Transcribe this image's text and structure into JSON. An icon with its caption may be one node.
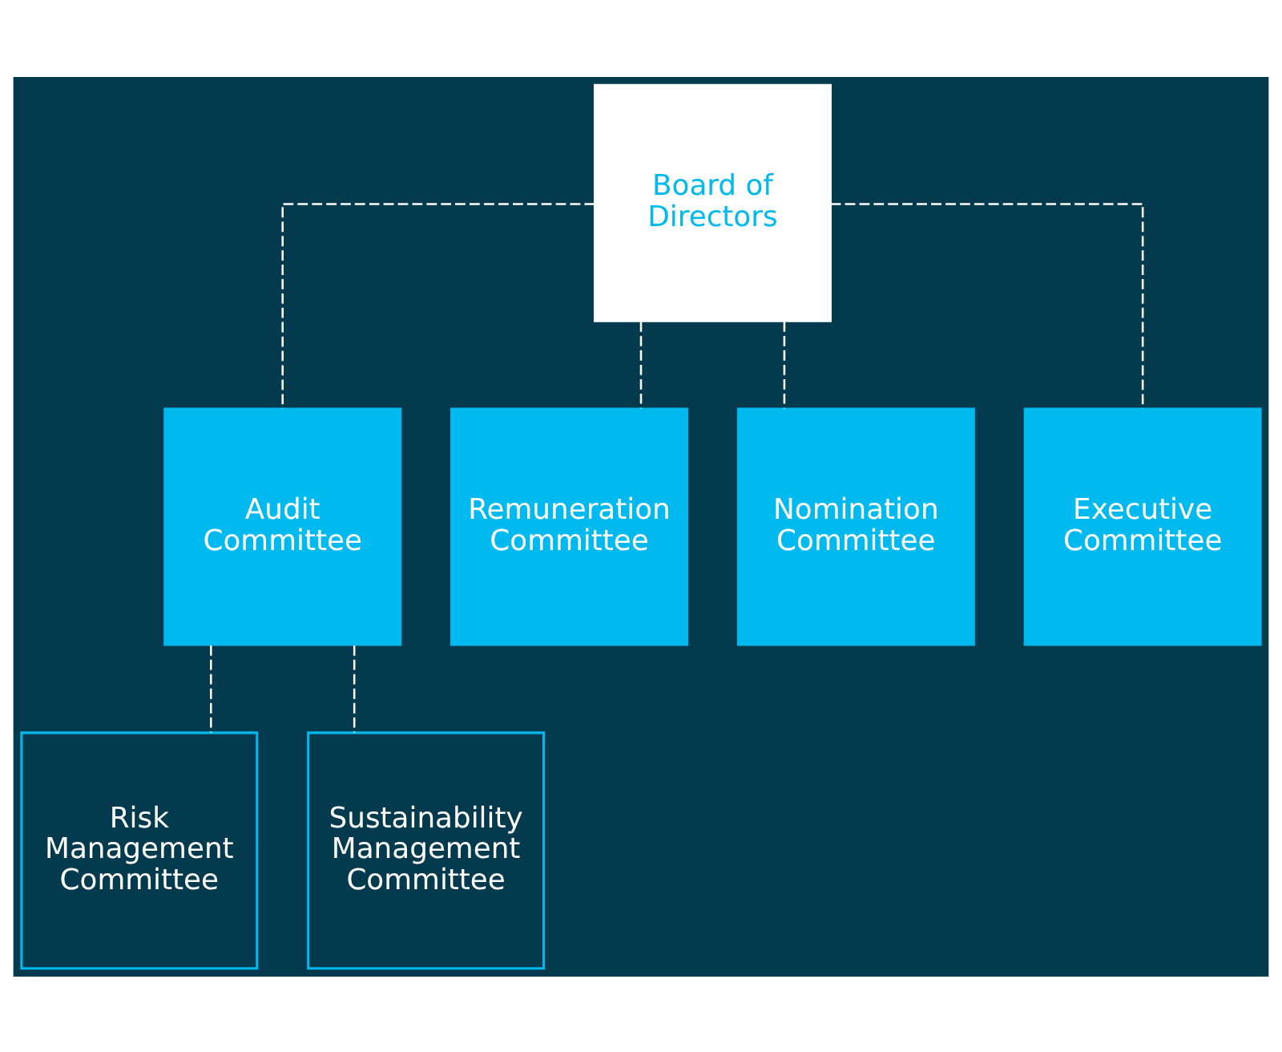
{
  "diagram": {
    "nodes": [
      {
        "text": [
          "Board of Directors"
        ]
      },
      {
        "text": [
          "Audit Committee"
        ]
      },
      {
        "text": [
          "Remuneration Committee"
        ]
      },
      {
        "text": [
          "Nomination Committee"
        ]
      },
      {
        "text": [
          "Executive Committee"
        ]
      },
      {
        "text": [
          "Risk Management Committee"
        ]
      },
      {
        "text": [
          "Sustainability Management Committee"
        ]
      }
    ],
    "edges": [
      {
        "from": 0,
        "to": 1,
        "arrow": "none",
        "style": "dashed"
      },
      {
        "from": 0,
        "to": 2,
        "arrow": "none",
        "style": "dashed"
      },
      {
        "from": 0,
        "to": 3,
        "arrow": "none",
        "style": "dashed"
      },
      {
        "from": 0,
        "to": 4,
        "arrow": "none",
        "style": "dashed"
      },
      {
        "from": 1,
        "to": 5,
        "arrow": "none",
        "style": "dashed"
      },
      {
        "from": 1,
        "to": 6,
        "arrow": "none",
        "style": "dashed"
      }
    ]
  }
}
